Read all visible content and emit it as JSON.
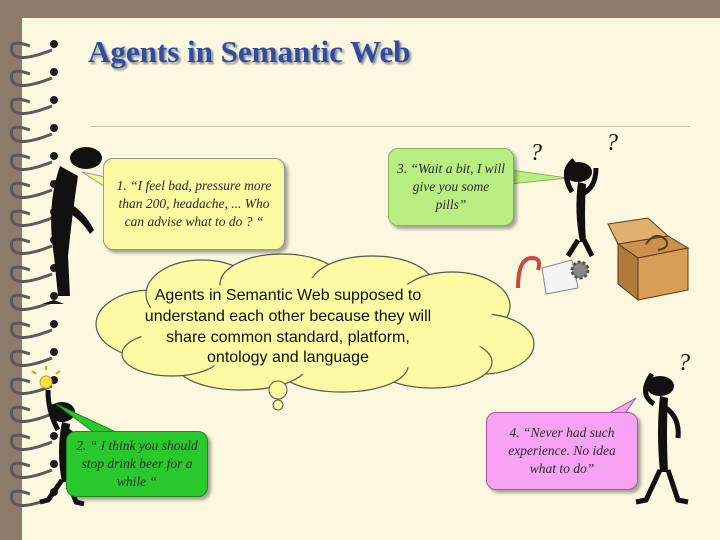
{
  "slide": {
    "title": "Agents in Semantic Web"
  },
  "bubbles": {
    "b1": "1. “I feel bad, pressure more than 200, headache, ... Who can advise what to do ? “",
    "b2": "2. “ I think you should stop drink beer for a while “",
    "b3": "3. “Wait a bit, I will give you some pills”",
    "b4": "4. “Never had such experience. No idea what to do”"
  },
  "cloud": {
    "text": "Agents in Semantic Web supposed to understand each other because they will share common standard, platform, ontology and language"
  },
  "figures": {
    "question_mark": "?"
  },
  "colors": {
    "title": "#2f4ea1",
    "bubble_yellow": "#fcfaa2",
    "bubble_lightgreen": "#b9ee82",
    "bubble_green": "#29c82c",
    "bubble_pink": "#f8a2f3",
    "cloud": "#fcfaa2"
  }
}
